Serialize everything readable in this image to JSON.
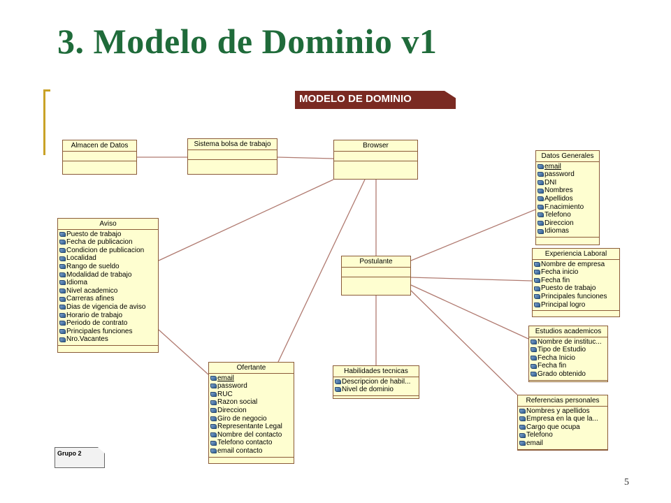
{
  "slide": {
    "title": "3. Modelo de Dominio v1",
    "page_number": "5"
  },
  "diagram": {
    "banner": "MODELO DE DOMINIO",
    "note": "Grupo 2",
    "colors": {
      "box_fill": "#fefed0",
      "box_border": "#8a5a38",
      "line": "#b07a70",
      "banner": "#7a2a22",
      "title": "#1f6b3a",
      "accent": "#c9a227"
    },
    "classes": {
      "almacen": {
        "name": "Almacen de Datos",
        "attrs": []
      },
      "sistema": {
        "name": "Sistema bolsa de trabajo",
        "attrs": []
      },
      "browser": {
        "name": "Browser",
        "attrs": []
      },
      "postulante": {
        "name": "Postulante",
        "attrs": []
      },
      "aviso": {
        "name": "Aviso",
        "attrs": [
          "Puesto de trabajo",
          "Fecha de publicacion",
          "Condicion de publicacion",
          "Localidad",
          "Rango de sueldo",
          "Modalidad de trabajo",
          "Idioma",
          "Nivel academico",
          "Carreras afines",
          "Dias de vigencia de aviso",
          "Horario de trabajo",
          "Periodo de contrato",
          "Principales funciones",
          "Nro.Vacantes"
        ]
      },
      "datos_generales": {
        "name": "Datos Generales",
        "attrs": [
          "email",
          "password",
          "DNI",
          "Nombres",
          "Apellidos",
          "F.nacimiento",
          "Telefono",
          "Direccion",
          "Idiomas"
        ]
      },
      "experiencia": {
        "name": "Experiencia Laboral",
        "attrs": [
          "Nombre de empresa",
          "Fecha inicio",
          "Fecha fin",
          "Puesto de trabajo",
          "Principales funciones",
          "Principal logro"
        ]
      },
      "estudios": {
        "name": "Estudios academicos",
        "attrs": [
          "Nombre de instituc...",
          "Tipo de Estudio",
          "Fecha Inicio",
          "Fecha fin",
          "Grado obtenido"
        ]
      },
      "referencias": {
        "name": "Referencias personales",
        "attrs": [
          "Nombres y apellidos",
          "Empresa en la que la...",
          "Cargo que ocupa",
          "Telefono",
          "email"
        ]
      },
      "ofertante": {
        "name": "Ofertante",
        "attrs": [
          "email",
          "password",
          "RUC",
          "Razon social",
          "Direccion",
          "Giro de negocio",
          "Representante Legal",
          "Nombre del contacto",
          "Telefono contacto",
          "email contacto"
        ]
      },
      "habilidades": {
        "name": "Habilidades tecnicas",
        "attrs": [
          "Descripcion de habil...",
          "Nivel de dominio"
        ]
      }
    },
    "associations": [
      {
        "from": "almacen",
        "to": "sistema"
      },
      {
        "from": "sistema",
        "to": "browser"
      },
      {
        "from": "browser",
        "to": "aviso"
      },
      {
        "from": "browser",
        "to": "ofertante"
      },
      {
        "from": "browser",
        "to": "postulante"
      },
      {
        "from": "aviso",
        "to": "ofertante"
      },
      {
        "from": "postulante",
        "to": "datos_generales"
      },
      {
        "from": "postulante",
        "to": "experiencia"
      },
      {
        "from": "postulante",
        "to": "estudios"
      },
      {
        "from": "postulante",
        "to": "referencias"
      },
      {
        "from": "postulante",
        "to": "habilidades"
      }
    ]
  }
}
